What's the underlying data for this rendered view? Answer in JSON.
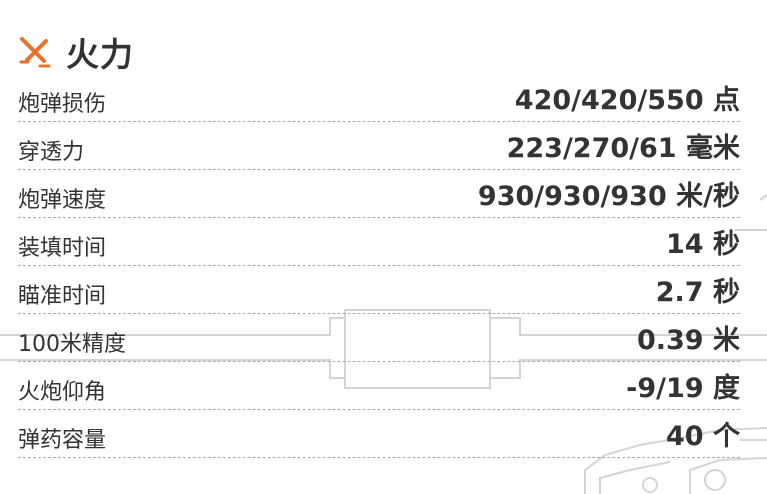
{
  "section": {
    "title": "火力",
    "icon": "crossed-shells-icon",
    "accent_color": "#e8702a"
  },
  "stats": [
    {
      "label": "炮弹损伤",
      "value": "420/420/550 点"
    },
    {
      "label": "穿透力",
      "value": "223/270/61 毫米"
    },
    {
      "label": "炮弹速度",
      "value": "930/930/930 米/秒"
    },
    {
      "label": "装填时间",
      "value": "14 秒"
    },
    {
      "label": "瞄准时间",
      "value": "2.7 秒"
    },
    {
      "label": "100米精度",
      "value": "0.39 米"
    },
    {
      "label": "火炮仰角",
      "value": "-9/19 度"
    },
    {
      "label": "弹药容量",
      "value": "40 个"
    }
  ]
}
